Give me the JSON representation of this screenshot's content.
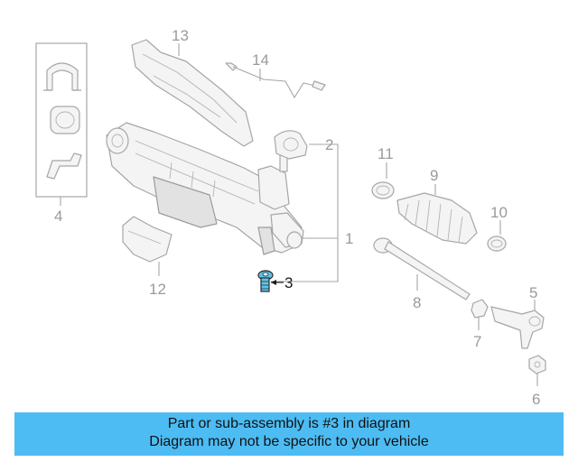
{
  "diagram": {
    "callouts": {
      "c1": "1",
      "c2": "2",
      "c3": "3",
      "c4": "4",
      "c5": "5",
      "c6": "6",
      "c7": "7",
      "c8": "8",
      "c9": "9",
      "c10": "10",
      "c11": "11",
      "c12": "12",
      "c13": "13",
      "c14": "14"
    },
    "highlighted_part": "3",
    "highlight_color": "#5fc3ec"
  },
  "caption": {
    "line1": "Part or sub-assembly is #3 in diagram",
    "line2": "Diagram may not be specific to your vehicle",
    "background": "#4dbcf3"
  }
}
